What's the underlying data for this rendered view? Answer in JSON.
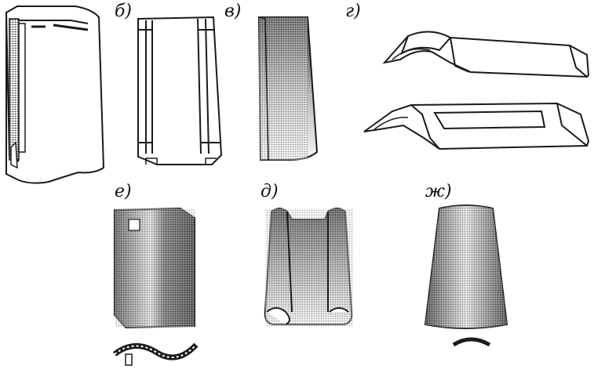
{
  "figure": {
    "labels": {
      "b": "б)",
      "v": "в)",
      "g": "г)",
      "e": "е)",
      "d": "д)",
      "zh": "ж)"
    },
    "colors": {
      "ink": "#1a1a1a",
      "paper": "#ffffff",
      "shade_dark": "#2b2b2b",
      "shade_light": "#f2f2f2"
    }
  }
}
